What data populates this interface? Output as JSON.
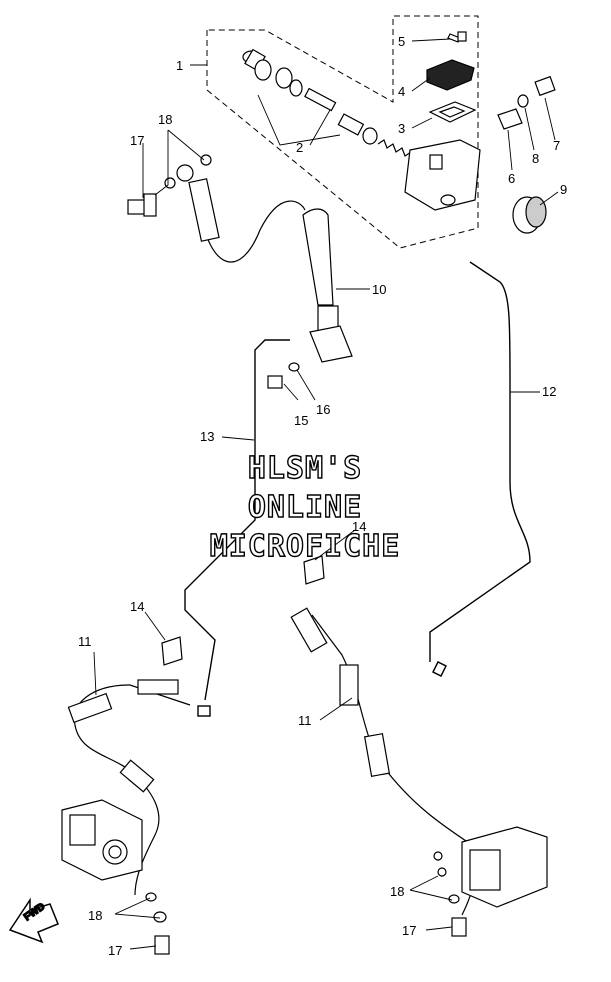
{
  "diagram": {
    "watermark": [
      "HLSM'S",
      "ONLINE",
      "MICROFICHE"
    ],
    "direction_label": "FWD",
    "callouts": {
      "c1": "1",
      "c2": "2",
      "c3": "3",
      "c4": "4",
      "c5": "5",
      "c6": "6",
      "c7": "7",
      "c8": "8",
      "c9": "9",
      "c10": "10",
      "c11a": "11",
      "c11b": "11",
      "c12": "12",
      "c13": "13",
      "c14a": "14",
      "c14b": "14",
      "c15": "15",
      "c16": "16",
      "c17a": "17",
      "c17b": "17",
      "c17c": "17",
      "c18a": "18",
      "c18b": "18",
      "c18c": "18"
    }
  }
}
